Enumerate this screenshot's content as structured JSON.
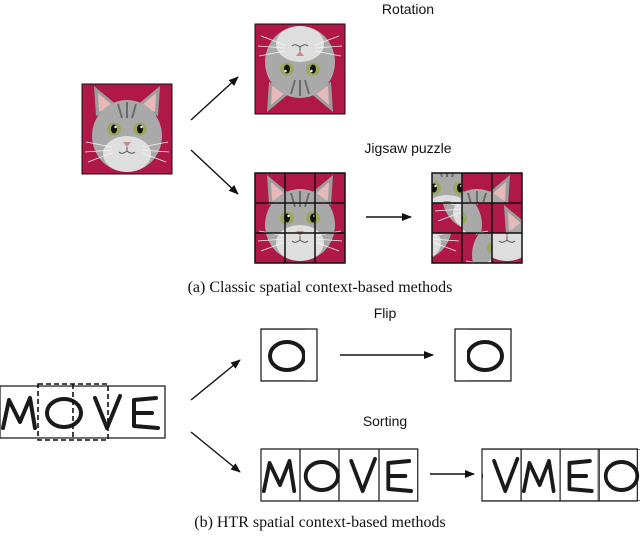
{
  "panel_a": {
    "labels": {
      "rotation": "Rotation",
      "jigsaw": "Jigsaw puzzle"
    },
    "caption": "(a) Classic spatial context-based methods"
  },
  "panel_b": {
    "labels": {
      "flip": "Flip",
      "sorting": "Sorting"
    },
    "caption": "(b) HTR spatial context-based methods"
  },
  "colors": {
    "cat_background": "#b01848",
    "cat_fur": "#a8a8a8",
    "cat_eye": "#9aa85c",
    "word_ink": "#1a1a1a"
  },
  "icons": {
    "cat_image": "cat-photo",
    "word_image": "handwritten-word",
    "arrow": "arrow-right"
  }
}
